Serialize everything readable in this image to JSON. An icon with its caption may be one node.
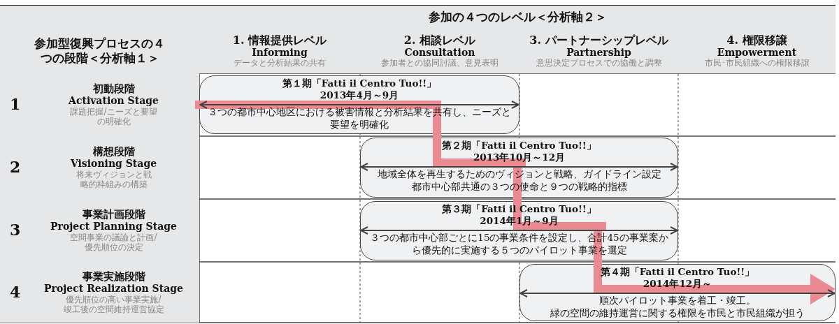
{
  "diagram": {
    "nodes": [
      {
        "text": [
          "第１期「Fatti il Centro Tuo!!」",
          "2013年4月～9月",
          "３つの都市中心地区における被害情報と分析結果を共有し、ニーズと要望を明確化"
        ]
      },
      {
        "text": [
          "第２期「Fatti il Centro Tuo!!」",
          "2013年10月～12月",
          "地域全体を再生するためのヴィジョンと戦略、ガイドライン設定",
          "都市中心部共通の３つの使命と９つの戦略的指標"
        ]
      },
      {
        "text": [
          "第３期「Fatti il Centro Tuo!!」",
          "2014年1月～9月",
          "３つの都市中心部ごとに15の事業条件を設定し、合計45の事業案から優先的に実施する５つのパイロット事業を選定"
        ]
      },
      {
        "text": [
          "第４期「Fatti il Centro Tuo!!」",
          "2014年12月～",
          "順次パイロット事業を着工・竣工。",
          "緑の空間の維持運営に関する権限を市民と市民組織が担う"
        ]
      }
    ],
    "edges": [
      {
        "from": 0,
        "to": 1,
        "arrow": "none",
        "color": "#ec8a91"
      },
      {
        "from": 1,
        "to": 2,
        "arrow": "none",
        "color": "#ec8a91"
      },
      {
        "from": 2,
        "to": 3,
        "arrow": "to",
        "color": "#ec8a91"
      }
    ],
    "labels": [
      "参加の４つのレベル＜分析軸２＞",
      "参加型復興プロセスの４つの段階＜分析軸１＞",
      "1. 情報提供レベル",
      "Informing",
      "データと分析結果の共有",
      "2. 相談レベル",
      "Consultation",
      "参加者との協同討議、意見表明",
      "3. パートナーシップレベル",
      "Partnership",
      "意思決定プロセスでの協働と調整",
      "4. 権限移譲",
      "Empowerment",
      "市民･市民組織への権限移譲",
      "1",
      "初動段階",
      "Activation Stage",
      "課題把握/ニーズと要望の明確化",
      "2",
      "構想段階",
      "Visioning Stage",
      "将来ヴィジョンと戦略的枠組みの構築",
      "3",
      "事業計画段階",
      "Project Planning Stage",
      "空間事業の議論と計画/優先順位の決定",
      "4",
      "事業実施段階",
      "Project Realization Stage",
      "優先順位の高い事業実施/竣工後の空間維持運営協定"
    ]
  }
}
